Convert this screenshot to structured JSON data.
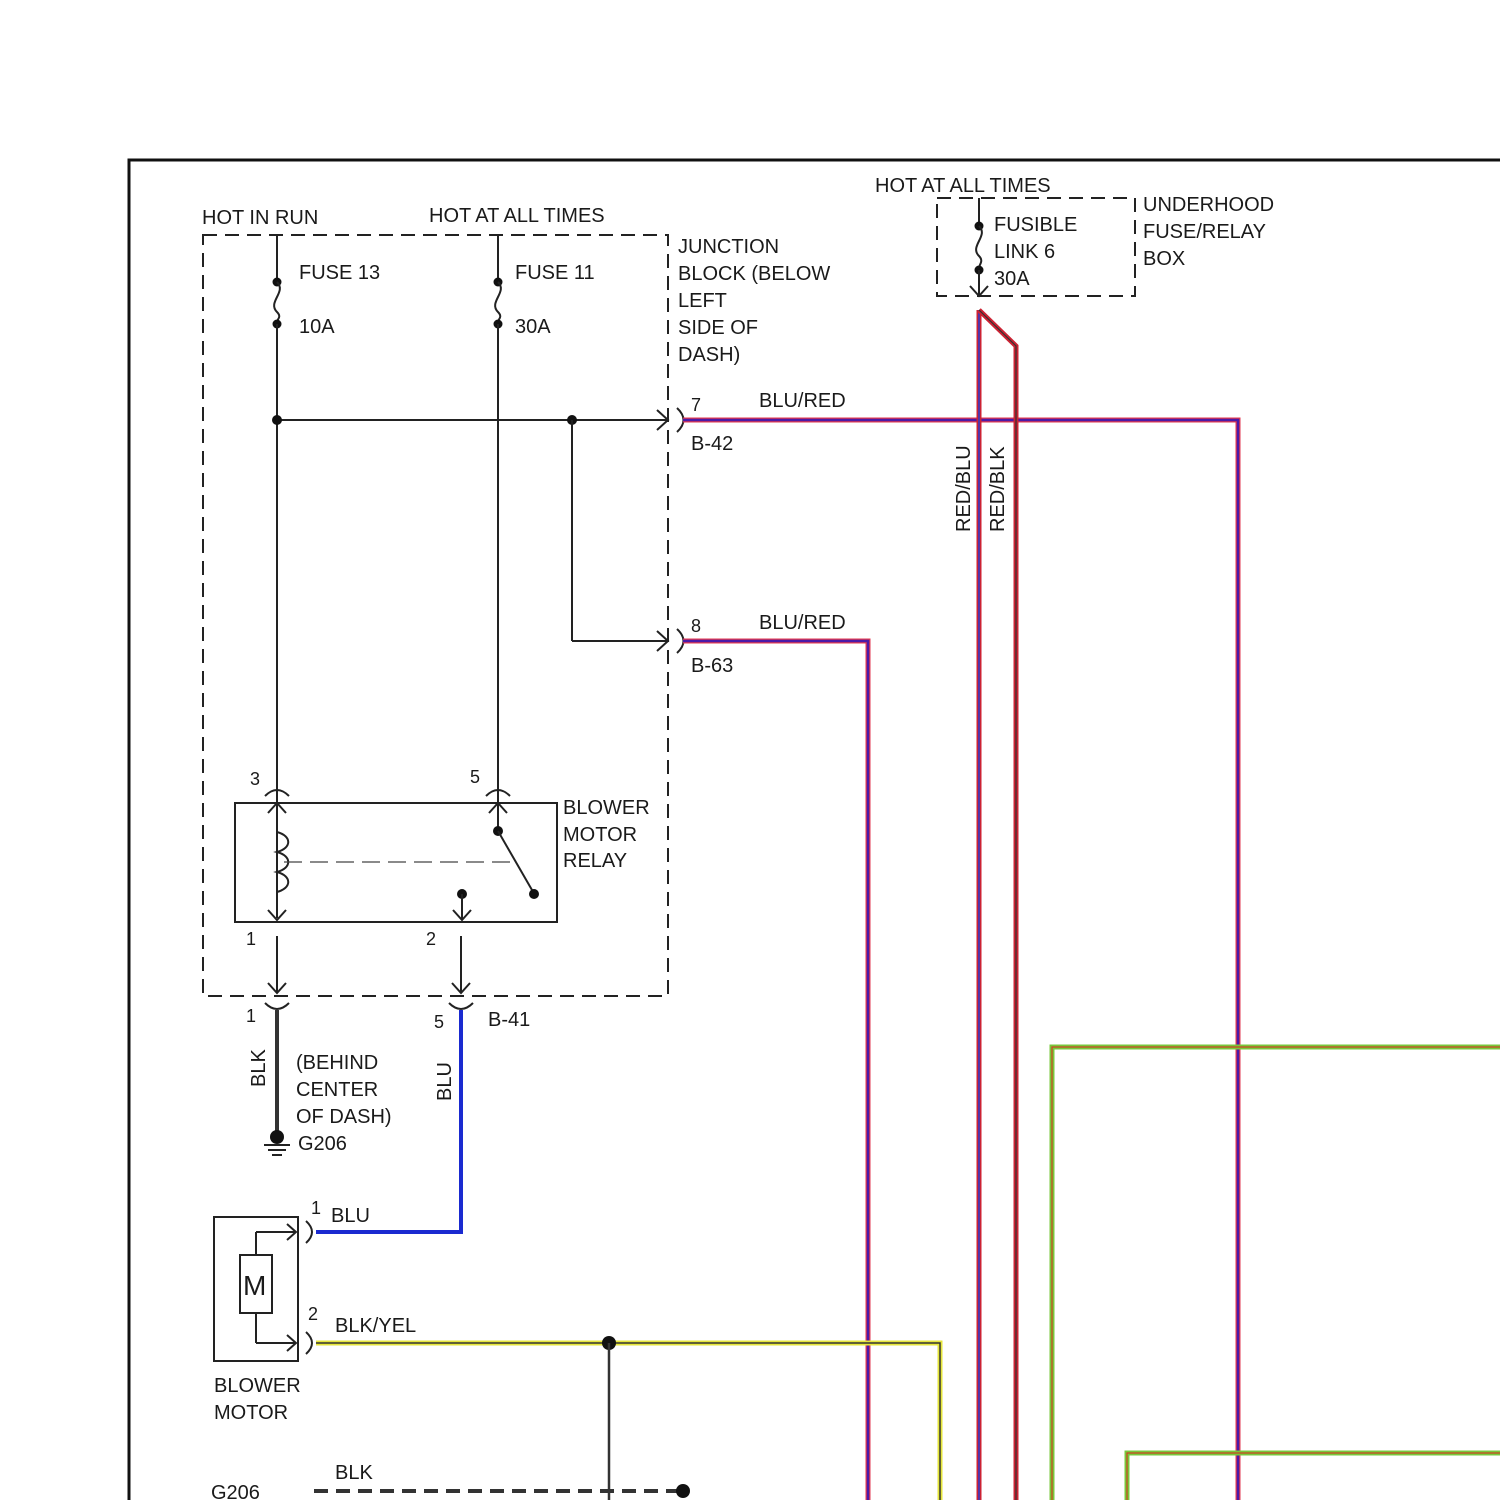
{
  "junction_block": {
    "hot_in_run": "HOT IN RUN",
    "hot_at_all_times": "HOT AT ALL TIMES",
    "fuse13_name": "FUSE 13",
    "fuse13_rating": "10A",
    "fuse11_name": "FUSE 11",
    "fuse11_rating": "30A",
    "label_lines": [
      "JUNCTION",
      "BLOCK (BELOW",
      "LEFT",
      "SIDE OF",
      "DASH)"
    ]
  },
  "underhood": {
    "hot_at_all_times": "HOT AT ALL TIMES",
    "fusible_line1": "FUSIBLE",
    "fusible_line2": "LINK 6",
    "rating": "30A",
    "label_lines": [
      "UNDERHOOD",
      "FUSE/RELAY",
      "BOX"
    ]
  },
  "connectors": {
    "b42_pin": "7",
    "b42_name": "B-42",
    "b42_wire": "BLU/RED",
    "b63_pin": "8",
    "b63_name": "B-63",
    "b63_wire": "BLU/RED",
    "b41_name": "B-41",
    "b41_pin1": "1",
    "b41_pin5": "5"
  },
  "relay": {
    "pin3": "3",
    "pin5": "5",
    "pin1": "1",
    "pin2": "2",
    "label_lines": [
      "BLOWER",
      "MOTOR",
      "RELAY"
    ]
  },
  "wires": {
    "red_blu": "RED/BLU",
    "red_blk": "RED/BLK",
    "blk_ground": "BLK",
    "blu_vertical": "BLU",
    "blu_motor": "BLU",
    "blk_yel": "BLK/YEL",
    "blk_bottom": "BLK"
  },
  "ground": {
    "location_lines": [
      "(BEHIND",
      "CENTER",
      "OF DASH)"
    ],
    "name": "G206",
    "name_bottom": "G206"
  },
  "motor": {
    "symbol": "M",
    "pin1": "1",
    "pin2": "2",
    "label_lines": [
      "BLOWER",
      "MOTOR"
    ]
  },
  "colors": {
    "blu_red": "#4a1aa8",
    "red": "#cc2233",
    "blue": "#1a2ad0",
    "green": "#78c83c",
    "yellow": "#e6e63c"
  }
}
